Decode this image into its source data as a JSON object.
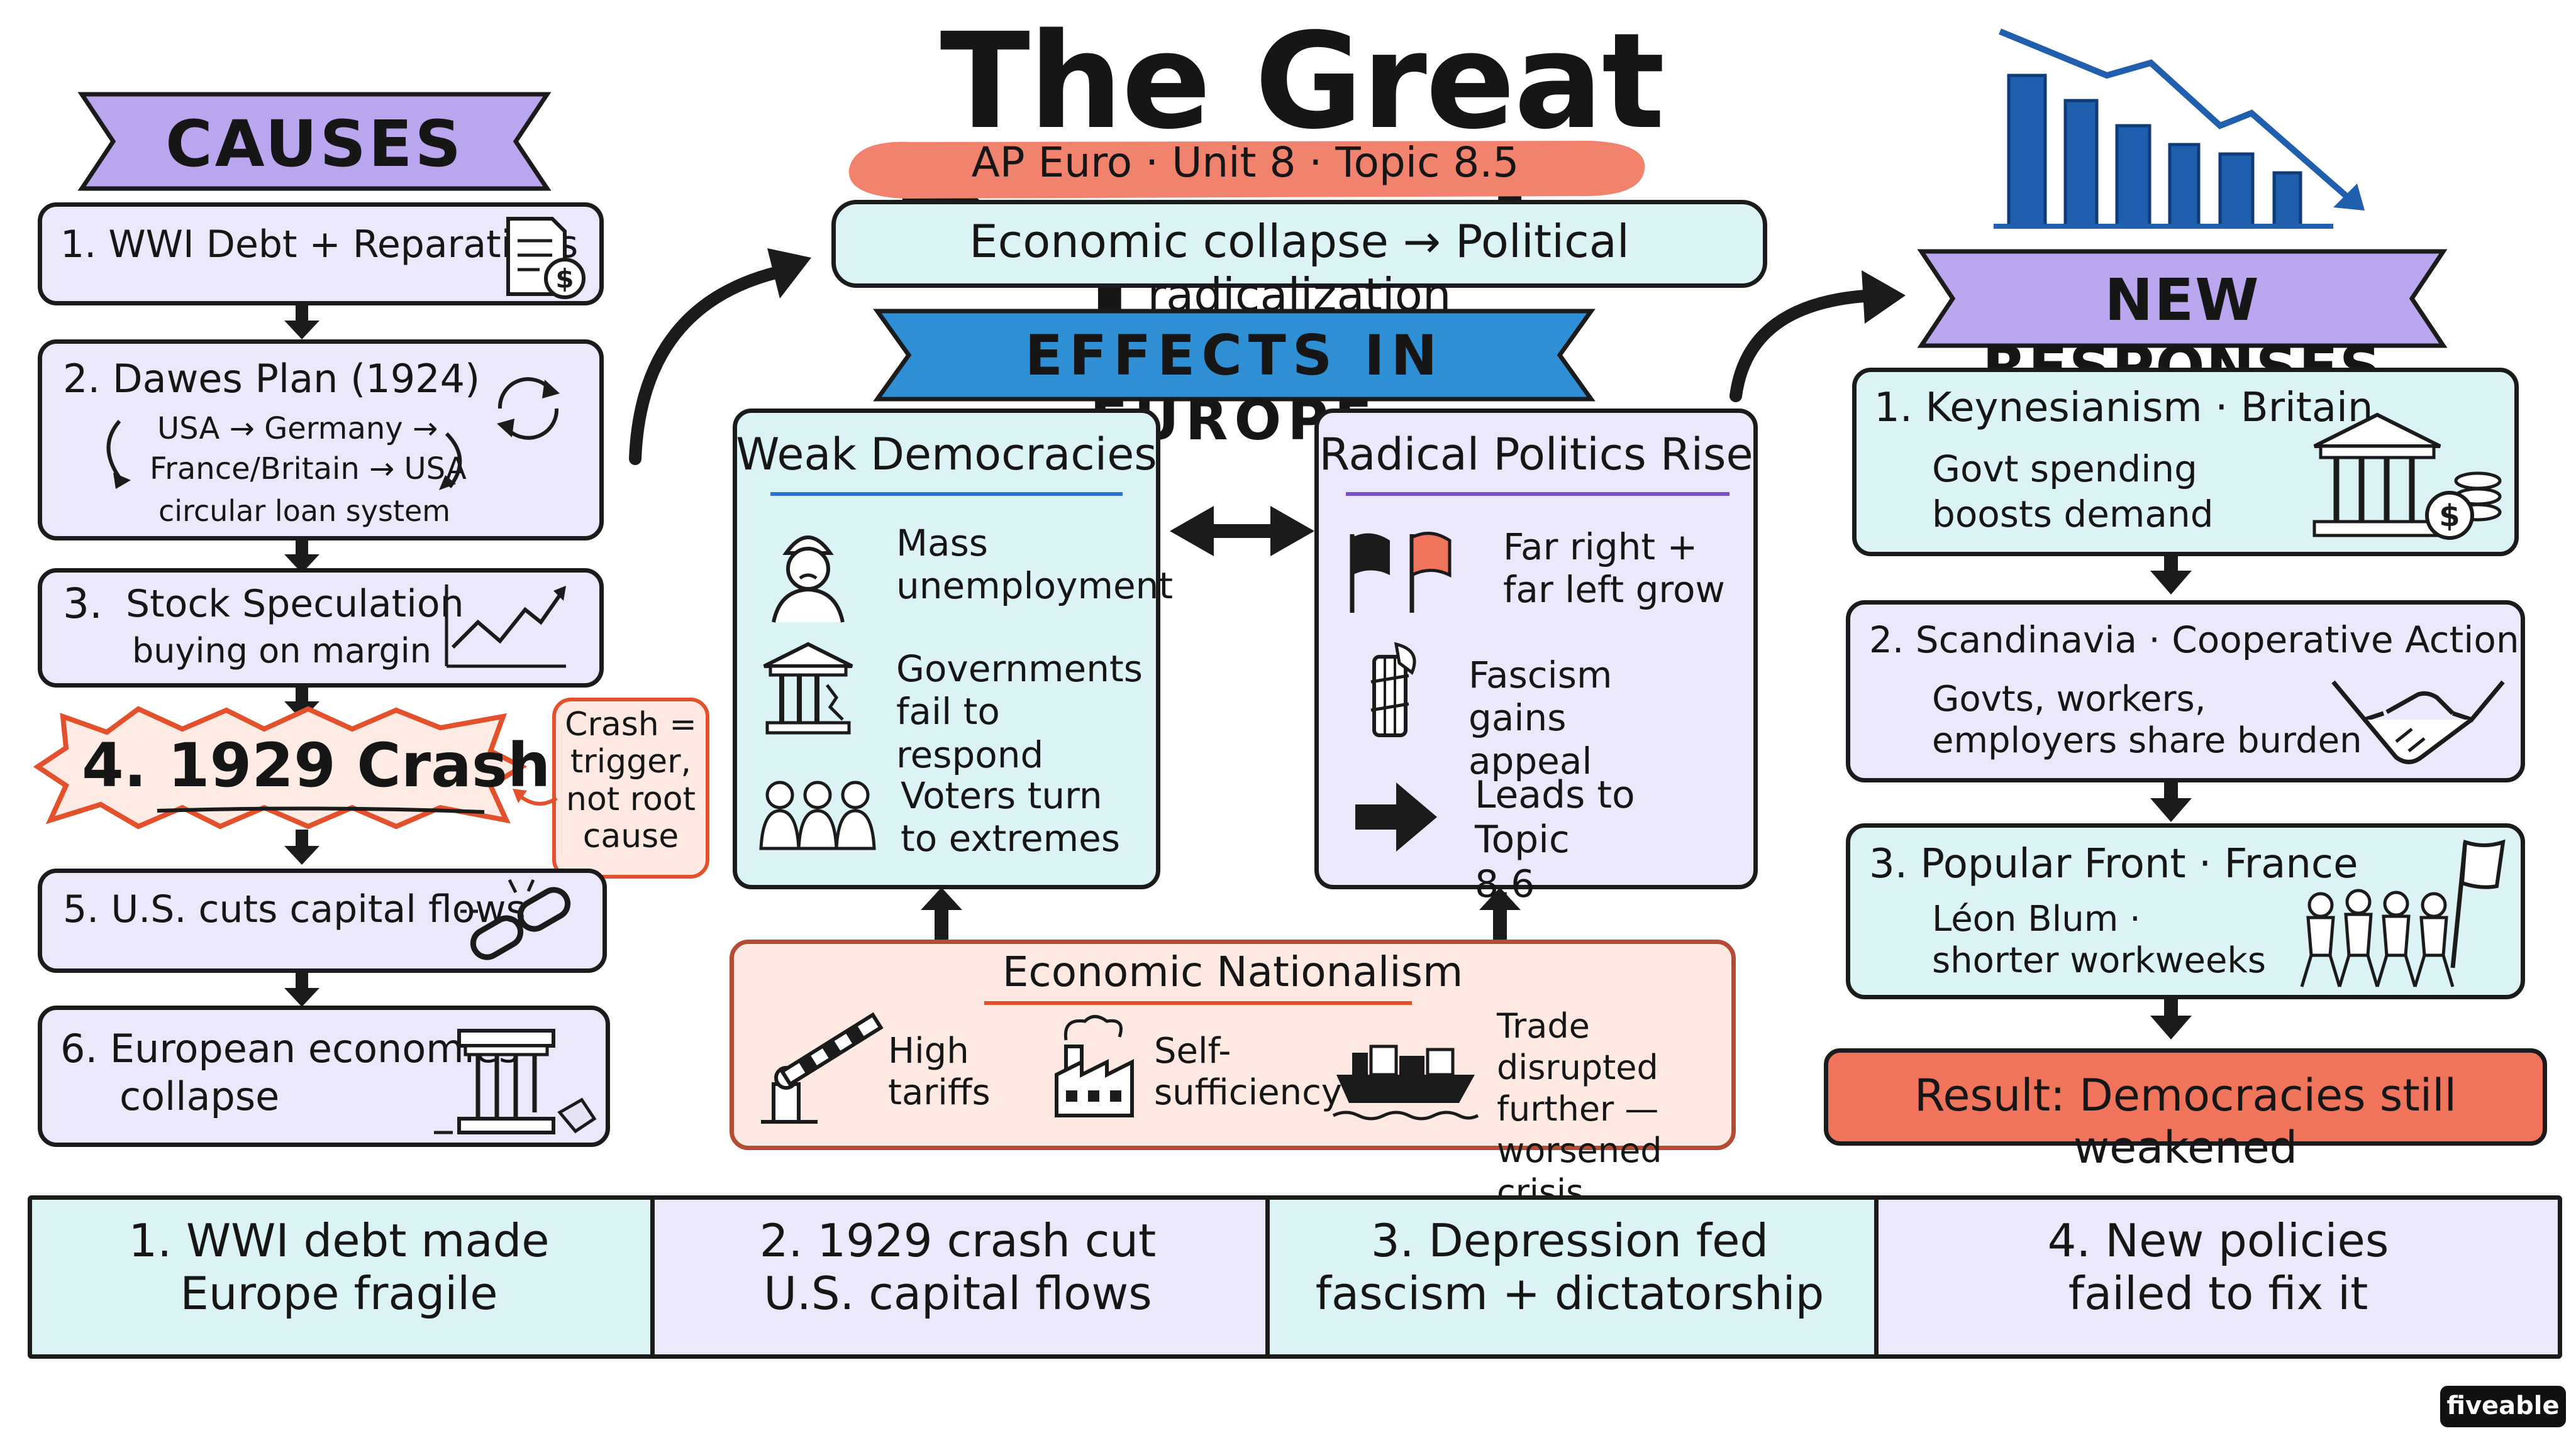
{
  "title": "The Great Depression",
  "subtitle": "AP Euro · Unit 8 · Topic 8.5",
  "thesis": "Economic collapse → Political radicalization",
  "causes": {
    "heading": "CAUSES",
    "items": [
      {
        "label": "1. WWI Debt + Reparations"
      },
      {
        "label": "2. Dawes Plan (1924)",
        "line1": "USA → Germany →",
        "line2": "France/Britain → USA",
        "line3": "circular loan system"
      },
      {
        "label_num": "3.",
        "label": "Stock Speculation",
        "line1": "buying on margin"
      },
      {
        "label": "4. 1929 Crash"
      },
      {
        "label": "5. U.S. cuts capital flows"
      },
      {
        "label": "6. European economies",
        "line1": "collapse"
      }
    ],
    "callout": "Crash = trigger, not root cause"
  },
  "effects": {
    "heading": "EFFECTS IN EUROPE",
    "weak": {
      "title": "Weak Democracies",
      "items": [
        "Mass unemployment",
        "Governments fail to respond",
        "Voters turn to extremes"
      ]
    },
    "radical": {
      "title": "Radical Politics Rise",
      "items": [
        "Far right + far left grow",
        "Fascism gains appeal",
        "Leads to Topic 8.6"
      ]
    },
    "nationalism": {
      "title": "Economic Nationalism",
      "items": [
        "High tariffs",
        "Self-sufficiency",
        "Trade disrupted further — worsened crisis"
      ]
    }
  },
  "responses": {
    "heading": "NEW RESPONSES",
    "items": [
      {
        "title": "1. Keynesianism · Britain",
        "line1": "Govt spending",
        "line2": "boosts demand"
      },
      {
        "title": "2. Scandinavia · Cooperative Action",
        "line1": "Govts, workers,",
        "line2": "employers share burden"
      },
      {
        "title": "3. Popular Front · France",
        "line1": "Léon Blum ·",
        "line2": "shorter workweeks"
      }
    ],
    "result": "Result: Democracies still weakened"
  },
  "summary": [
    {
      "line1": "1. WWI debt made",
      "line2": "Europe fragile"
    },
    {
      "line1": "2. 1929 crash cut",
      "line2": "U.S. capital flows"
    },
    {
      "line1": "3. Depression fed",
      "line2": "fascism + dictatorship"
    },
    {
      "line1": "4. New policies",
      "line2": "failed to fix it"
    }
  ],
  "brand": "fiveable",
  "colors": {
    "lavender": "#ece7fa",
    "cyan": "#dcf3f6",
    "salmon": "#fde9e2",
    "ribbon_purple": "#b9a6ee",
    "ribbon_blue": "#2f8fd4",
    "crash_red": "#e2512b",
    "result_red": "#f0735b",
    "chart_blue": "#1f5fae"
  }
}
